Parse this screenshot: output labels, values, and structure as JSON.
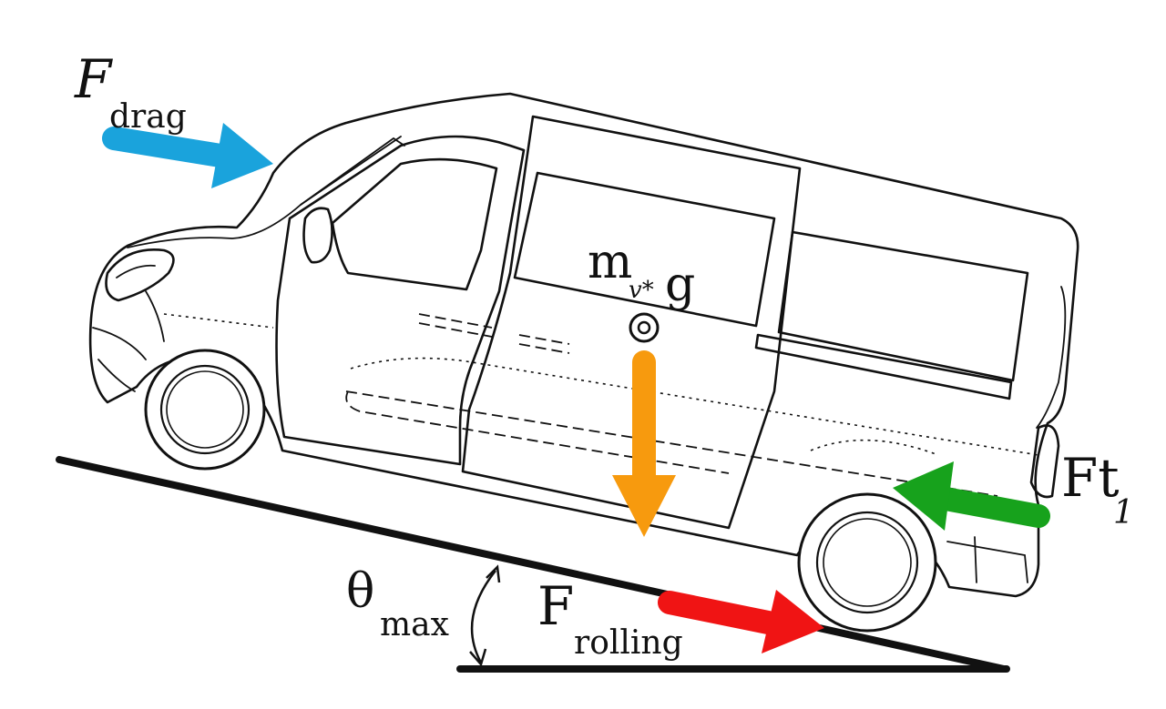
{
  "labels": {
    "drag": {
      "main": "F",
      "sub": "drag"
    },
    "weight": {
      "main": "m",
      "sub": "v*",
      "tail": "g"
    },
    "traction": {
      "main": "Ft",
      "sub": "1"
    },
    "rolling": {
      "main": "F",
      "sub": "rolling"
    },
    "angle": {
      "main": "θ",
      "sub": "max"
    }
  },
  "colors": {
    "drag": "#1aa3dc",
    "weight": "#f79a0e",
    "traction": "#17a21c",
    "rolling": "#f01414",
    "outline": "#111111"
  }
}
